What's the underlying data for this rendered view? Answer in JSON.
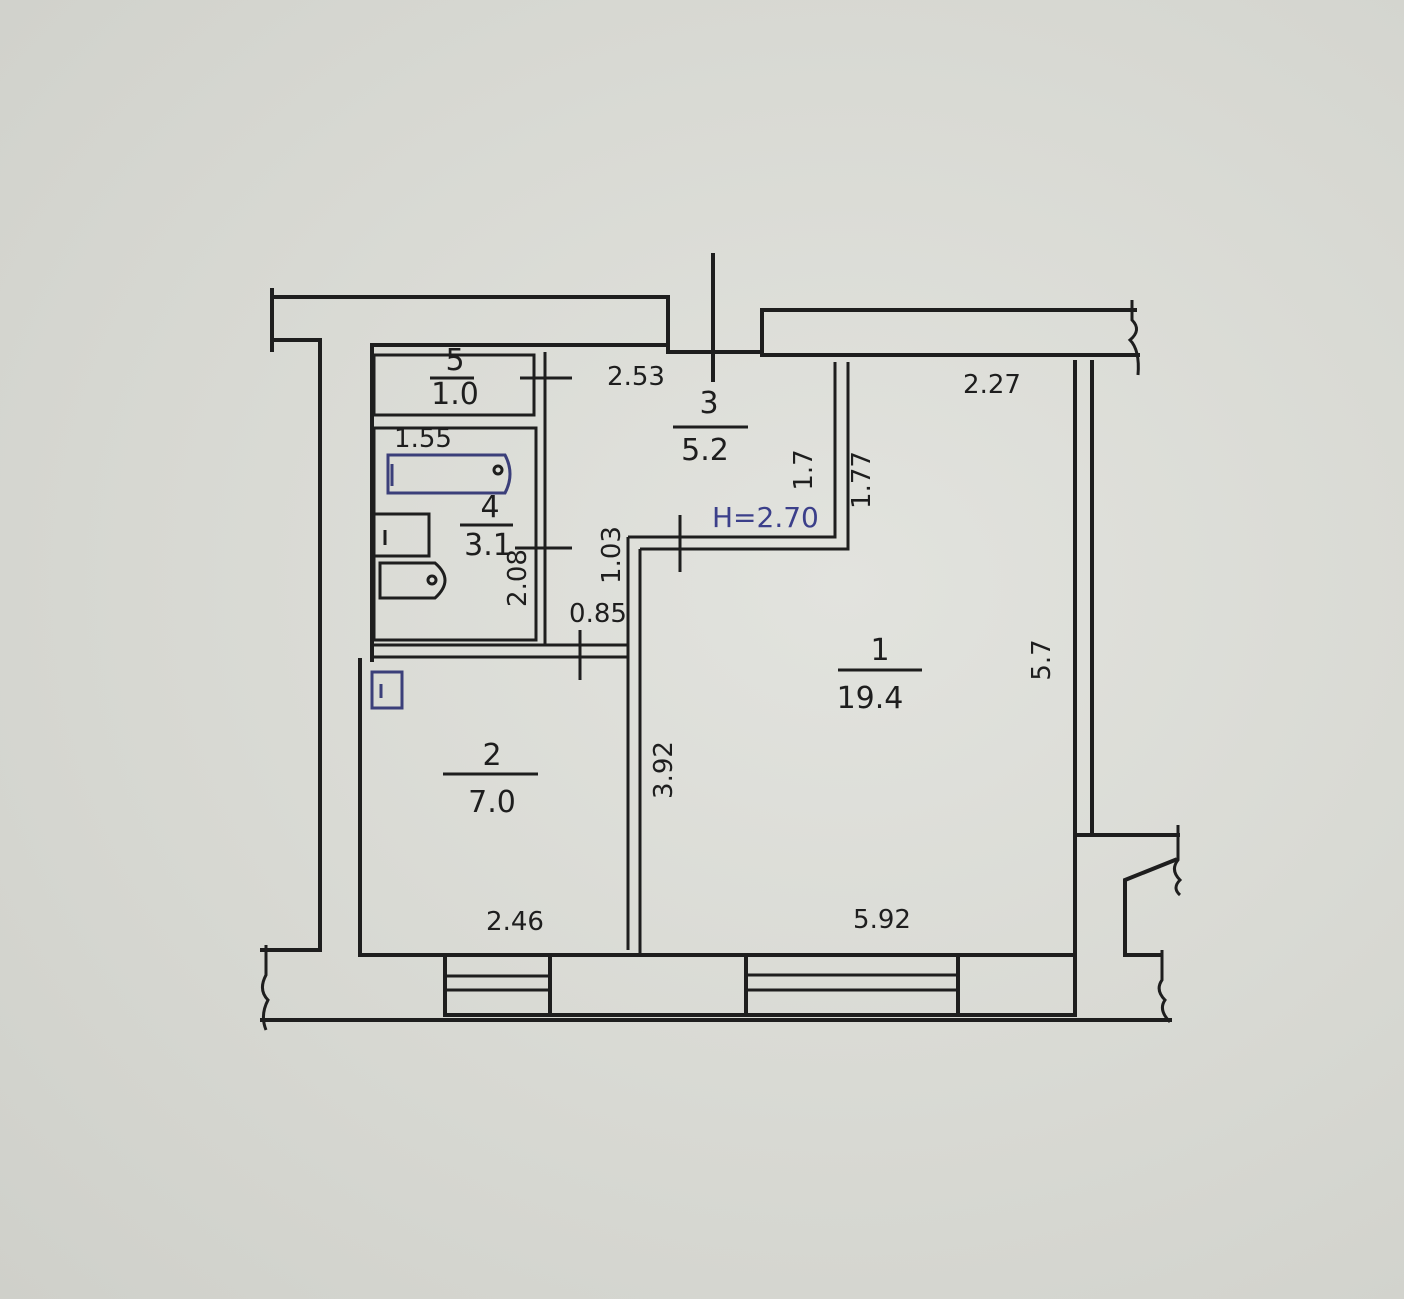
{
  "rooms": [
    {
      "number": "1",
      "area": "19.4"
    },
    {
      "number": "2",
      "area": "7.0"
    },
    {
      "number": "3",
      "area": "5.2"
    },
    {
      "number": "4",
      "area": "3.1"
    },
    {
      "number": "5",
      "area": "1.0"
    }
  ],
  "dimensions": {
    "d253": "2.53",
    "d227": "2.27",
    "d155": "1.55",
    "d17": "1.7",
    "d177": "1.77",
    "d103": "1.03",
    "d208": "2.08",
    "d085": "0.85",
    "d392": "3.92",
    "d57": "5.7",
    "d246": "2.46",
    "d592": "5.92"
  },
  "ceiling_height": "H=2.70",
  "colors": {
    "ink": "#1e1e1e",
    "pen_blue": "#3b3f8a",
    "paper": "#d8d9d3"
  }
}
